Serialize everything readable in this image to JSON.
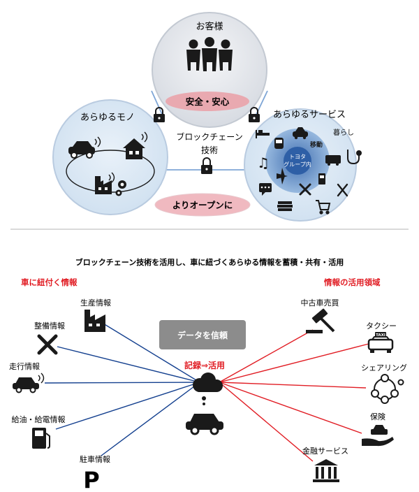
{
  "top": {
    "customer": {
      "label": "お客様",
      "badge": "安全・安心"
    },
    "things": {
      "label": "あらゆるモノ"
    },
    "services": {
      "label": "あらゆるサービス",
      "center": [
        "トヨタ",
        "グループ内"
      ],
      "ring": [
        "移動",
        "暮らし"
      ]
    },
    "blockchain": {
      "label": [
        "ブロックチェーン",
        "技術"
      ]
    },
    "open_badge": "よりオープンに"
  },
  "bottom": {
    "headline": "ブロックチェーン技術を活用し、車に紐づくあらゆる情報を蓄積・共有・活用",
    "left_title": "車に紐付く情報",
    "right_title": "情報の活用領域",
    "trust_box": "データを信頼",
    "center_label": "記録⇒活用",
    "left_items": [
      "生産情報",
      "整備情報",
      "走行情報",
      "給油・給電情報",
      "駐車情報"
    ],
    "right_items": [
      "中古車売買",
      "タクシー",
      "シェアリング",
      "保険",
      "金融サービス"
    ],
    "taxi_sign": "TAXI",
    "parking_letter": "P"
  },
  "colors": {
    "circle_fill": "#dbe7f3",
    "circle_stroke": "#aebfd2",
    "badge_pink": "#e8a6ae",
    "left_lines": "#0f3f8f",
    "right_lines": "#e11d24",
    "accent_red": "#e11d24",
    "trust_gray": "#8c8c8c"
  }
}
